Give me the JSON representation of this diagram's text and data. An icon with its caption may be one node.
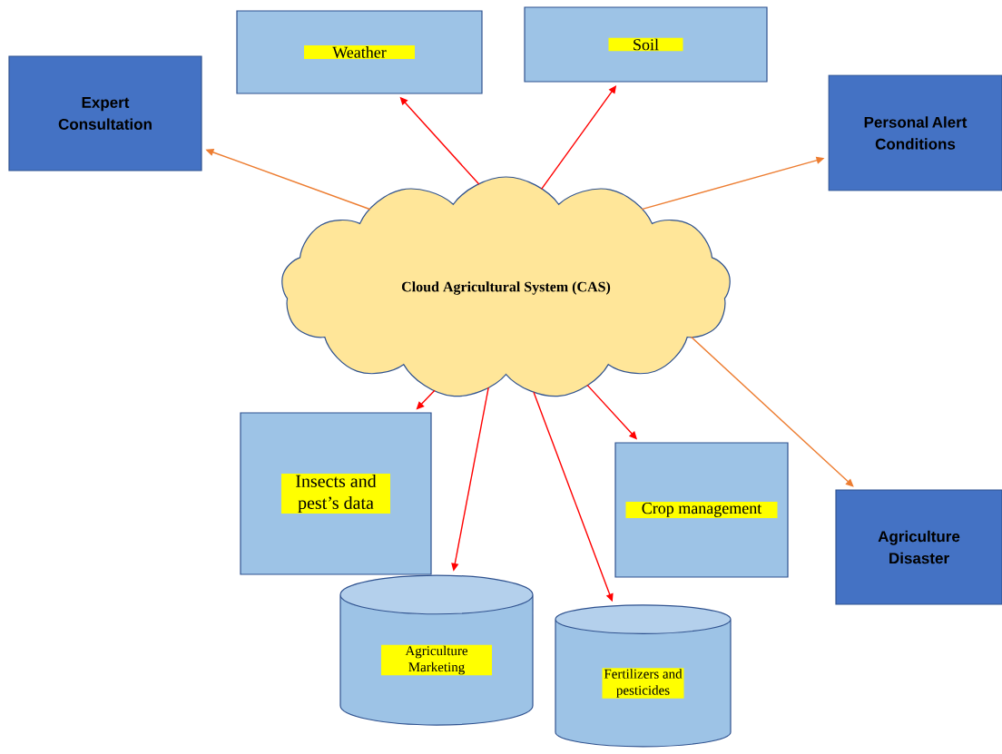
{
  "diagram": {
    "nodes": [
      {
        "text": [
          "Expert Consultation"
        ]
      },
      {
        "text": [
          "Weather"
        ]
      },
      {
        "text": [
          "Soil"
        ]
      },
      {
        "text": [
          "Personal Alert Conditions"
        ]
      },
      {
        "text": [
          "Cloud Agricultural System (CAS)"
        ]
      },
      {
        "text": [
          "Insects and pest’s data"
        ]
      },
      {
        "text": [
          "Crop management"
        ]
      },
      {
        "text": [
          "Agriculture Disaster"
        ]
      },
      {
        "text": [
          "Agriculture Marketing"
        ]
      },
      {
        "text": [
          "Fertilizers and pesticides"
        ]
      }
    ],
    "edges": [
      {
        "from": 4,
        "to": 0,
        "arrow": "to",
        "color": "#ed7d31"
      },
      {
        "from": 4,
        "to": 1,
        "arrow": "to"
      },
      {
        "from": 4,
        "to": 2,
        "arrow": "to"
      },
      {
        "from": 4,
        "to": 3,
        "arrow": "to",
        "color": "#ed7d31"
      },
      {
        "from": 4,
        "to": 5,
        "arrow": "to"
      },
      {
        "from": 4,
        "to": 8,
        "arrow": "to"
      },
      {
        "from": 4,
        "to": 9,
        "arrow": "to"
      },
      {
        "from": 4,
        "to": 6,
        "arrow": "to"
      },
      {
        "from": 4,
        "to": 7,
        "arrow": "to",
        "color": "#ed7d31"
      }
    ]
  }
}
